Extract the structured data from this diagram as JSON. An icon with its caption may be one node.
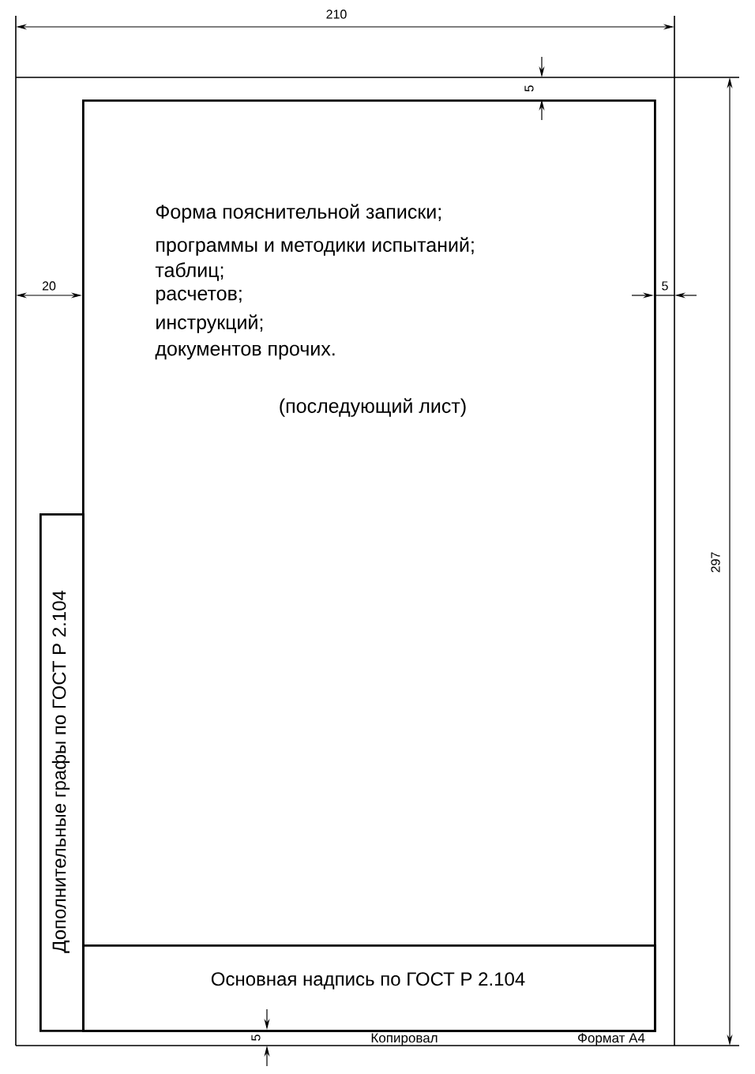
{
  "diagram": {
    "nodes": [
      {
        "text": [
          "Форма пояснительной записки;",
          "программы и методики испытаний;",
          "таблиц;",
          "расчетов;",
          "инструкций;",
          "документов прочих.",
          "(последующий лист)"
        ]
      },
      {
        "text": [
          "Основная надпись по ГОСТ Р 2.104"
        ],
        "in": 0
      },
      {
        "text": [
          "Дополнительные графы по ГОСТ Р 2.104"
        ]
      }
    ],
    "labels": [
      "210",
      "5",
      "20",
      "5",
      "297",
      "5",
      "Копировал",
      "Формат А4"
    ]
  }
}
